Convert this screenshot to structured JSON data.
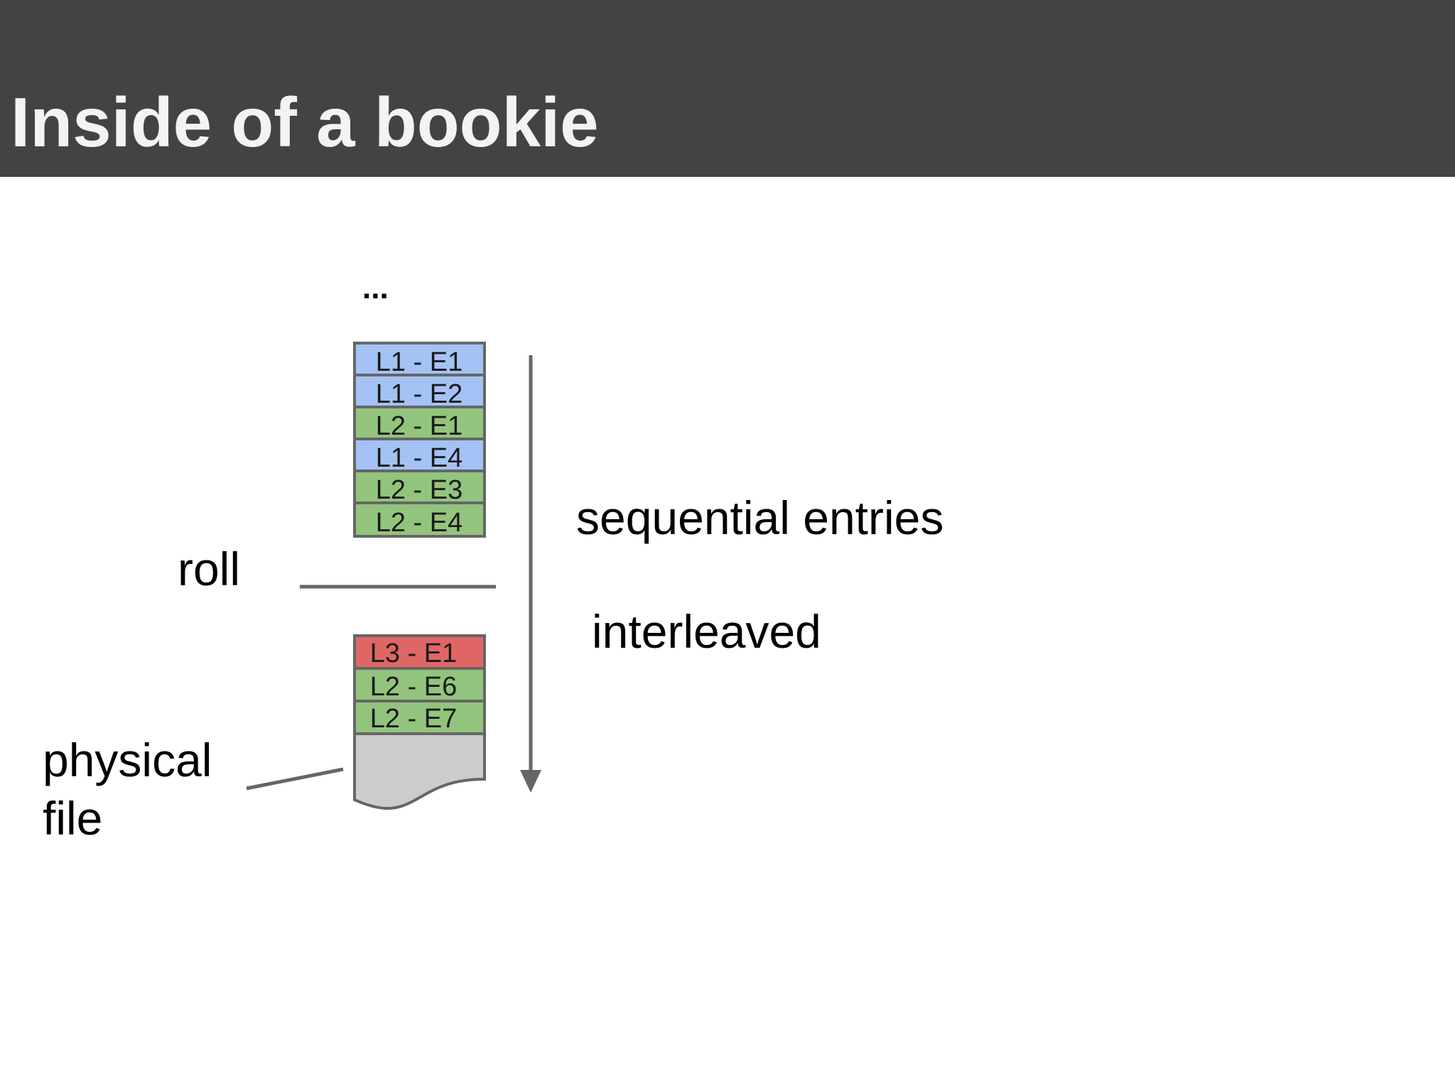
{
  "slide": {
    "title": "Inside of a bookie"
  },
  "colors": {
    "header": "#434343",
    "ledger_l1": "#a4c2f4",
    "ledger_l2": "#93c47d",
    "ledger_l3": "#e06666",
    "file": "#cccccc",
    "stroke": "#666666"
  },
  "diagram": {
    "ellipsis": "...",
    "stack_top": [
      {
        "label": "L1 - E1",
        "ledger": "L1"
      },
      {
        "label": "L1 - E2",
        "ledger": "L1"
      },
      {
        "label": "L2 - E1",
        "ledger": "L2"
      },
      {
        "label": "L1 - E4",
        "ledger": "L1"
      },
      {
        "label": "L2 - E3",
        "ledger": "L2"
      },
      {
        "label": "L2 - E4",
        "ledger": "L2"
      }
    ],
    "stack_bottom": [
      {
        "label": "L3 - E1",
        "ledger": "L3"
      },
      {
        "label": "L2 - E6",
        "ledger": "L2"
      },
      {
        "label": "L2 - E7",
        "ledger": "L2"
      }
    ],
    "roll_label": "roll",
    "file_label_line1": "physical",
    "file_label_line2": "file",
    "sequential_label": "sequential entries",
    "interleaved_label": "interleaved"
  }
}
